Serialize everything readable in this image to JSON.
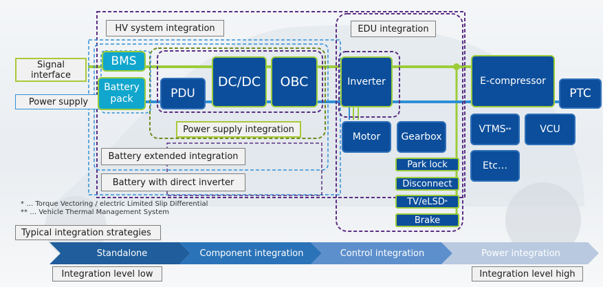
{
  "colors": {
    "block_fill": "#0c4e9b",
    "block_fill_light": "#10a6cd",
    "signal_line": "#9ccc3a",
    "power_line": "#2e8fd6",
    "hv_border": "#5a2d82",
    "chevron_1": "#1f5d9c",
    "chevron_2": "#2b73b8",
    "chevron_3": "#5d8fcc",
    "chevron_4": "#b8c9e0"
  },
  "groups": {
    "hv_system": "HV system integration",
    "edu": "EDU integration",
    "power_supply": "Power supply integration",
    "battery_extended": "Battery extended integration",
    "battery_direct_inverter": "Battery with direct inverter"
  },
  "interfaces": {
    "signal": [
      "Signal",
      "interface"
    ],
    "power": "Power supply"
  },
  "blocks": {
    "bms": "BMS",
    "battery_pack": [
      "Battery",
      "pack"
    ],
    "pdu": "PDU",
    "dcdc": "DC/DC",
    "obc": "OBC",
    "inverter": "Inverter",
    "motor": "Motor",
    "gearbox": "Gearbox",
    "park_lock": "Park lock",
    "disconnect": "Disconnect",
    "tv_elsd": "TV/eLSD",
    "tv_elsd_mark": "*",
    "brake": "Brake",
    "e_compressor": "E-compressor",
    "ptc": "PTC",
    "vtms": "VTMS",
    "vtms_mark": "**",
    "vcu": "VCU",
    "etc": "Etc…"
  },
  "footnotes": {
    "one_mark": "*",
    "one_text": "… Torque Vectoring / electric Limited Slip Differential",
    "two_mark": "**",
    "two_text": "… Vehicle Thermal Management System"
  },
  "strategies": {
    "title": "Typical integration strategies",
    "stages": [
      "Standalone",
      "Component integration",
      "Control integration",
      "Power integration"
    ],
    "low_label": "Integration level low",
    "high_label": "Integration level high"
  }
}
